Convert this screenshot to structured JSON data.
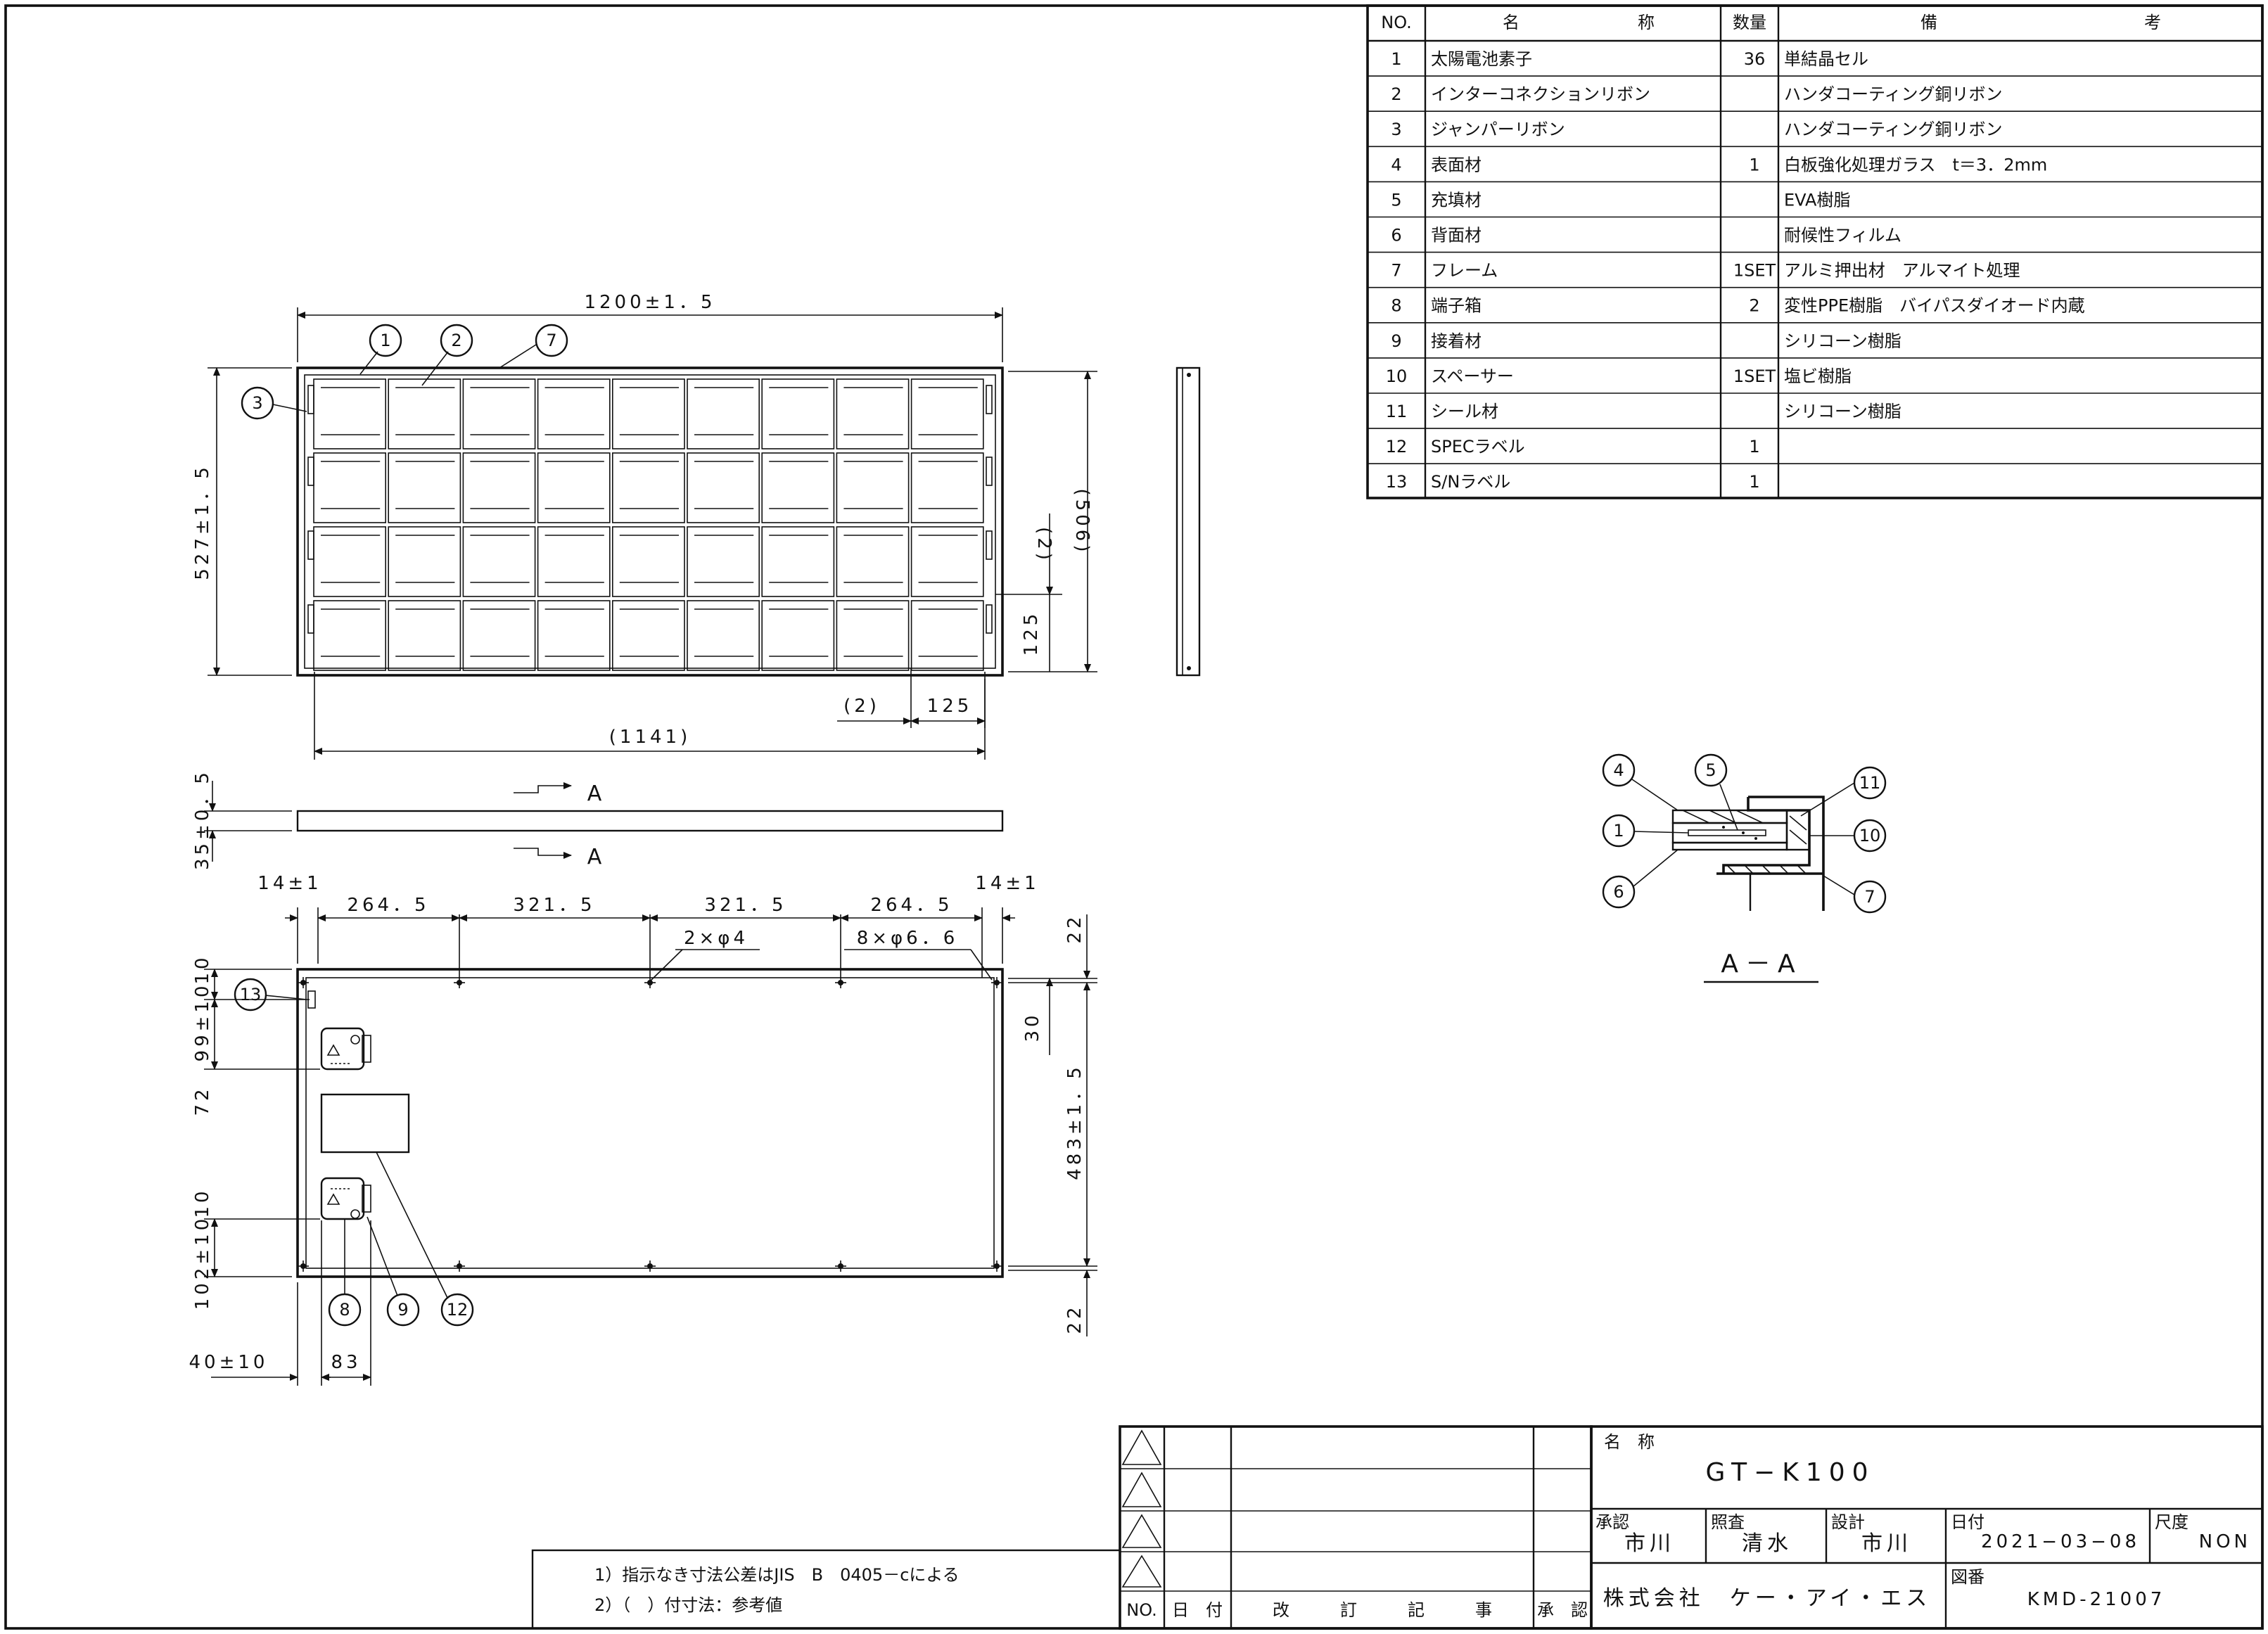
{
  "parts_table": {
    "headers": {
      "no": "NO.",
      "name_a": "名",
      "name_b": "称",
      "qty": "数量",
      "note_a": "備",
      "note_b": "考"
    },
    "rows": [
      {
        "no": "1",
        "name": "太陽電池素子",
        "qty": "36",
        "note": "単結晶セル"
      },
      {
        "no": "2",
        "name": "インターコネクションリボン",
        "qty": "",
        "note": "ハンダコーティング銅リボン"
      },
      {
        "no": "3",
        "name": "ジャンパーリボン",
        "qty": "",
        "note": "ハンダコーティング銅リボン"
      },
      {
        "no": "4",
        "name": "表面材",
        "qty": "1",
        "note": "白板強化処理ガラス　t＝3．2mm"
      },
      {
        "no": "5",
        "name": "充填材",
        "qty": "",
        "note": "EVA樹脂"
      },
      {
        "no": "6",
        "name": "背面材",
        "qty": "",
        "note": "耐候性フィルム"
      },
      {
        "no": "7",
        "name": "フレーム",
        "qty": "1SET",
        "note": "アルミ押出材　アルマイト処理"
      },
      {
        "no": "8",
        "name": "端子箱",
        "qty": "2",
        "note": "変性PPE樹脂　バイパスダイオード内蔵"
      },
      {
        "no": "9",
        "name": "接着材",
        "qty": "",
        "note": "シリコーン樹脂"
      },
      {
        "no": "10",
        "name": "スペーサー",
        "qty": "1SET",
        "note": "塩ビ樹脂"
      },
      {
        "no": "11",
        "name": "シール材",
        "qty": "",
        "note": "シリコーン樹脂"
      },
      {
        "no": "12",
        "name": "SPECラベル",
        "qty": "1",
        "note": ""
      },
      {
        "no": "13",
        "name": "S/Nラベル",
        "qty": "1",
        "note": ""
      }
    ]
  },
  "front_view": {
    "dim_width": "1200±1．5",
    "dim_height": "527±1．5",
    "dim_506": "(506)",
    "dim_2_right": "(2)",
    "dim_125_v": "125",
    "dim_2_bottom": "(2)",
    "dim_125_h": "125",
    "dim_1141": "(1141)",
    "balloons": {
      "b1": "1",
      "b2": "2",
      "b7": "7",
      "b3": "3"
    }
  },
  "side_view": {
    "dim_thickness": "35±0．5",
    "section_mark_top": "A",
    "section_mark_bottom": "A"
  },
  "back_view": {
    "dim_14_left": "14±1",
    "dim_14_right": "14±1",
    "dim_264_left": "264．5",
    "dim_321_left": "321．5",
    "dim_321_right": "321．5",
    "dim_264_right": "264．5",
    "hole_note_1": "2×φ4",
    "hole_note_2": "8×φ6．6",
    "dim_10_top": "10",
    "dim_99": "99±10",
    "dim_72": "72",
    "dim_10_bottom": "10",
    "dim_102": "102±10",
    "dim_22_top": "22",
    "dim_30": "30",
    "dim_483": "483±1．5",
    "dim_22_bottom": "22",
    "dim_40": "40±10",
    "dim_83": "83",
    "balloons": {
      "b13": "13",
      "b8": "8",
      "b9": "9",
      "b12": "12"
    }
  },
  "section_aa": {
    "title": "A－A",
    "balloons": {
      "b4": "4",
      "b5": "5",
      "b11": "11",
      "b1": "1",
      "b10": "10",
      "b6": "6",
      "b7": "7"
    }
  },
  "notes": {
    "note1": "1）指示なき寸法公差はJIS　B　0405－cによる",
    "note2": "2）（　）付寸法：参考値"
  },
  "revision_block": {
    "no": "NO.",
    "date": "日　付",
    "content": "改　　　訂　　　記　　　事",
    "approve": "承　認"
  },
  "title_block": {
    "name_label": "名　称",
    "name_value": "GT−K100",
    "approve_label": "承認",
    "approve_value": "市川",
    "check_label": "照査",
    "check_value": "清水",
    "design_label": "設計",
    "design_value": "市川",
    "date_label": "日付",
    "date_value": "2021−03−08",
    "scale_label": "尺度",
    "scale_value": "NON",
    "company": "株式会社　ケー・アイ・エス",
    "drawing_no_label": "図番",
    "drawing_no_value": "KMD-21007"
  }
}
